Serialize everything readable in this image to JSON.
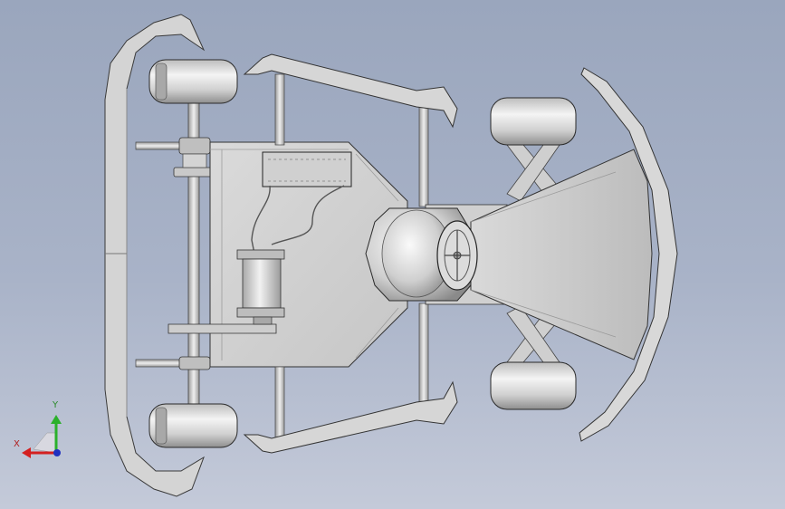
{
  "scene": {
    "subject": "go-kart-chassis-top-view",
    "background_top": "#9aa6bd",
    "background_bottom": "#c4cad9",
    "part_color": "#d6d6d6",
    "edge_color": "#3a3a3a"
  },
  "triad": {
    "y_label": "Y",
    "x_label": "X",
    "y_color": "#2bb02b",
    "x_color": "#d42020",
    "z_color": "#2030c0"
  }
}
